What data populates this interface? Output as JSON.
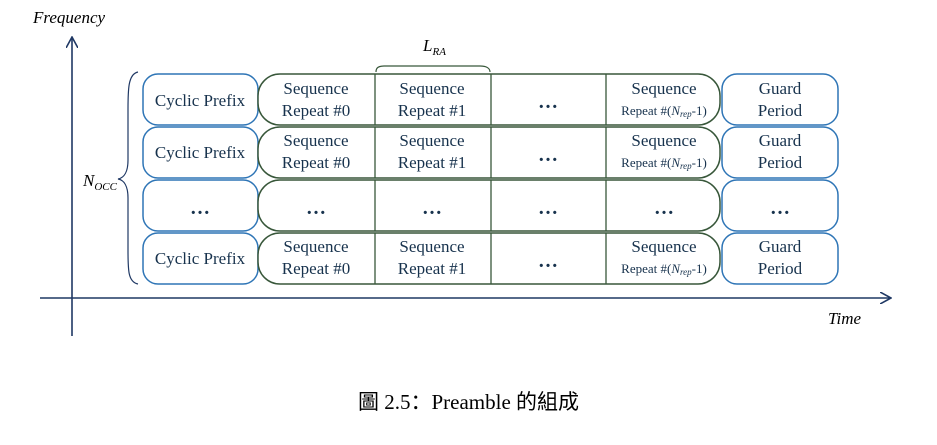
{
  "axes": {
    "y_label": "Frequency",
    "x_label": "Time"
  },
  "brace_labels": {
    "lra": "L",
    "lra_sub": "RA",
    "nocc": "N",
    "nocc_sub": "OCC"
  },
  "rows": [
    {
      "cyclic_prefix": "Cyclic Prefix",
      "seq0": [
        "Sequence",
        "Repeat #0"
      ],
      "seq1": [
        "Sequence",
        "Repeat #1"
      ],
      "dots": "…",
      "seq_last": [
        "Sequence",
        "Repeat #(",
        "N",
        "rep",
        "-1)"
      ],
      "guard": [
        "Guard",
        "Period"
      ]
    },
    {
      "cyclic_prefix": "Cyclic Prefix",
      "seq0": [
        "Sequence",
        "Repeat #0"
      ],
      "seq1": [
        "Sequence",
        "Repeat #1"
      ],
      "dots": "…",
      "seq_last": [
        "Sequence",
        "Repeat #(",
        "N",
        "rep",
        "-1)"
      ],
      "guard": [
        "Guard",
        "Period"
      ]
    },
    {
      "dots_row": true,
      "dots": "…"
    },
    {
      "cyclic_prefix": "Cyclic Prefix",
      "seq0": [
        "Sequence",
        "Repeat #0"
      ],
      "seq1": [
        "Sequence",
        "Repeat #1"
      ],
      "dots": "…",
      "seq_last": [
        "Sequence",
        "Repeat #(",
        "N",
        "rep",
        "-1)"
      ],
      "guard": [
        "Guard",
        "Period"
      ]
    }
  ],
  "caption": "圖 2.5：Preamble 的組成",
  "colors": {
    "cyclic_prefix_border": "#2e75b6",
    "sequence_border": "#38573a",
    "text": "#17324d",
    "axis": "#1f3864"
  }
}
